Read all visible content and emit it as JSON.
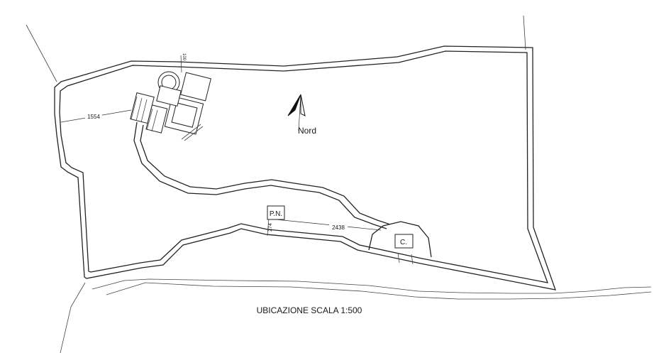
{
  "north_label": "Nord",
  "scale_caption": "UBICAZIONE SCALA 1:500",
  "point_labels": {
    "pn": "P.N.",
    "c": "C."
  },
  "dimensions": {
    "d1554": "1554",
    "d2438": "2438",
    "d274": "274",
    "d100": "100"
  }
}
